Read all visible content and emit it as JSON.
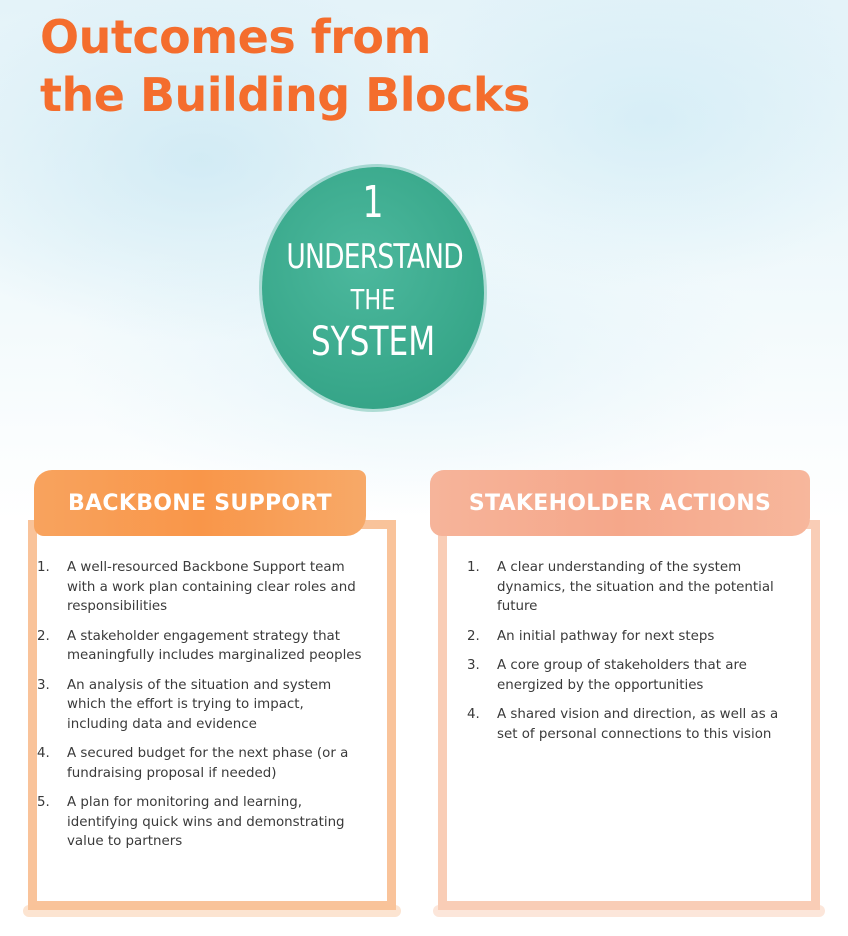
{
  "title": {
    "line1": "Outcomes from",
    "line2": "the Building Blocks"
  },
  "badge": {
    "number": "1",
    "line1": "UNDERSTAND",
    "line2": "THE",
    "line3": "SYSTEM"
  },
  "backbone": {
    "heading": "BACKBONE SUPPORT",
    "items": [
      {
        "num": "1.",
        "text": "A well-resourced Backbone Support team with a work plan containing clear roles and responsibilities"
      },
      {
        "num": "2.",
        "text": "A stakeholder engagement strategy that meaningfully includes marginalized peoples"
      },
      {
        "num": "3.",
        "text": "An analysis of the situation and system which the effort is trying to impact, including data and evidence"
      },
      {
        "num": "4.",
        "text": "A secured budget for the next phase (or a fundraising proposal if needed)"
      },
      {
        "num": "5.",
        "text": "A plan for monitoring and learning, identifying quick wins and demonstrating value to partners"
      }
    ]
  },
  "stakeholder": {
    "heading": "STAKEHOLDER ACTIONS",
    "items": [
      {
        "num": "1.",
        "text": "A clear understanding of the system dynamics, the situation and the potential future"
      },
      {
        "num": "2.",
        "text": "An initial pathway for next steps"
      },
      {
        "num": "3.",
        "text": "A core group of stakeholders that are energized by the opportunities"
      },
      {
        "num": "4.",
        "text": "A shared vision and direction, as well as a set of personal connections to this vision"
      }
    ]
  },
  "colors": {
    "title": "#f46d2d",
    "badge": "#3aa98c",
    "backbone_banner": "#f99649",
    "stakeholder_banner": "#f5a78a"
  }
}
